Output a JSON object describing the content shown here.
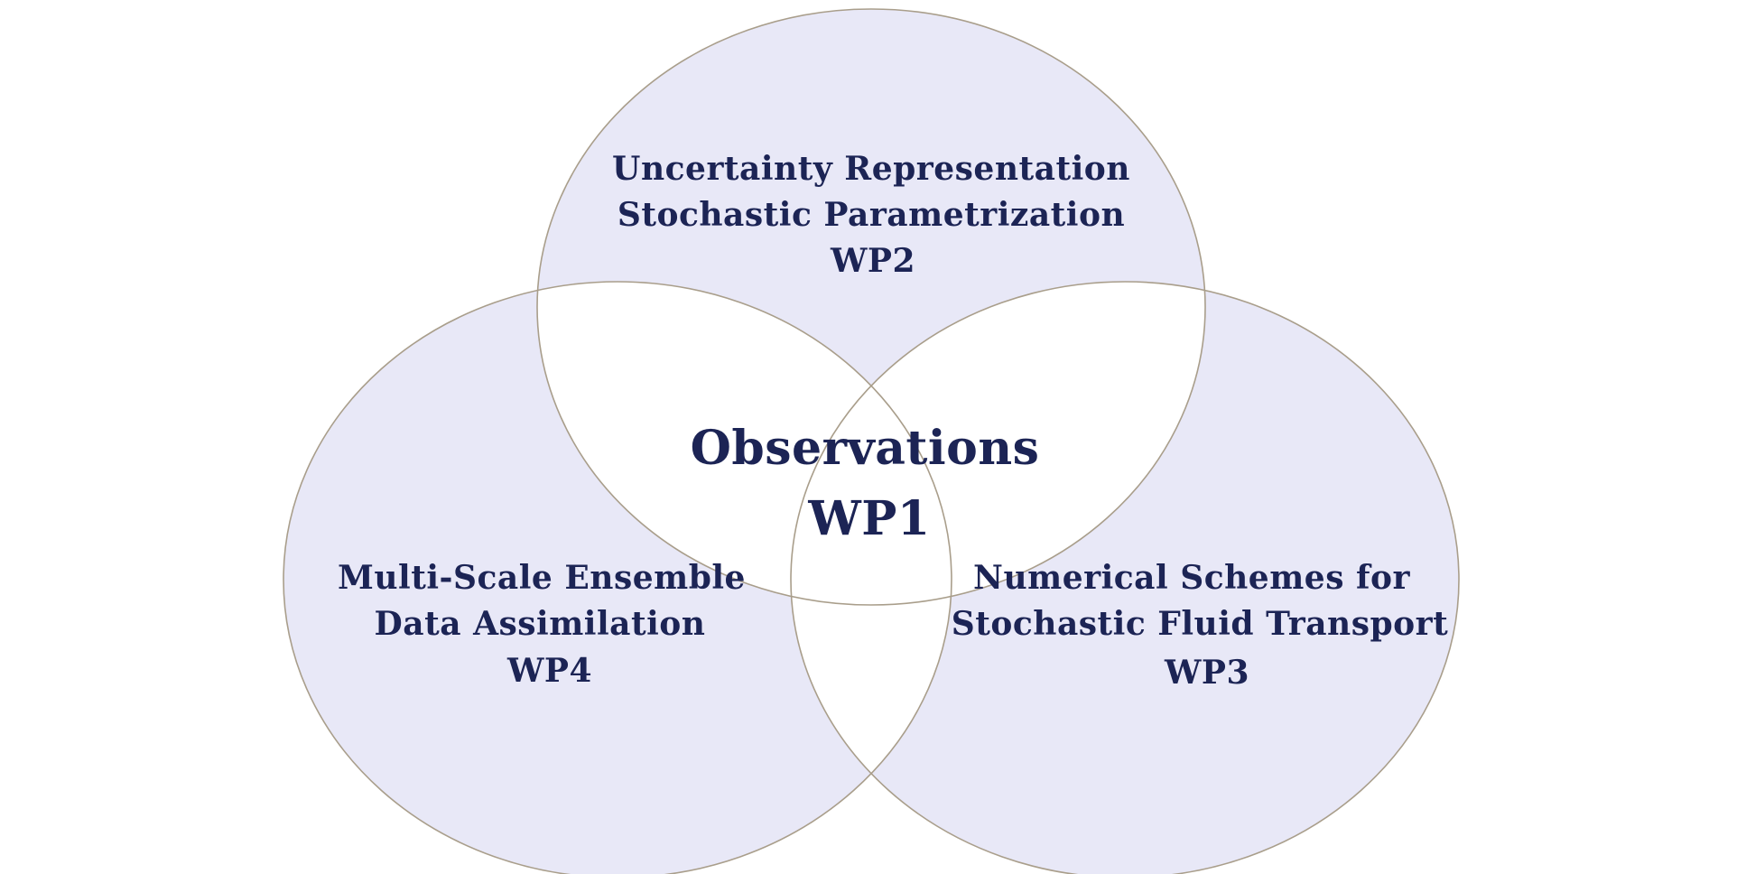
{
  "colors": {
    "background": "#ffffff",
    "circle_fill": "#e8e8f7",
    "circle_stroke": "#a99e8b",
    "overlap_fill": "#ffffff",
    "text": "#1c2455"
  },
  "venn": {
    "center": {
      "title": "Observations",
      "wp_label": "WP1"
    },
    "top": {
      "line1": "Uncertainty Representation",
      "line2": "Stochastic Parametrization",
      "wp_label": "WP2"
    },
    "bottom_left": {
      "line1": "Multi-Scale Ensemble",
      "line2": "Data Assimilation",
      "wp_label": "WP4"
    },
    "bottom_right": {
      "line1": "Numerical Schemes for",
      "line2": "Stochastic Fluid Transport",
      "wp_label": "WP3"
    }
  }
}
